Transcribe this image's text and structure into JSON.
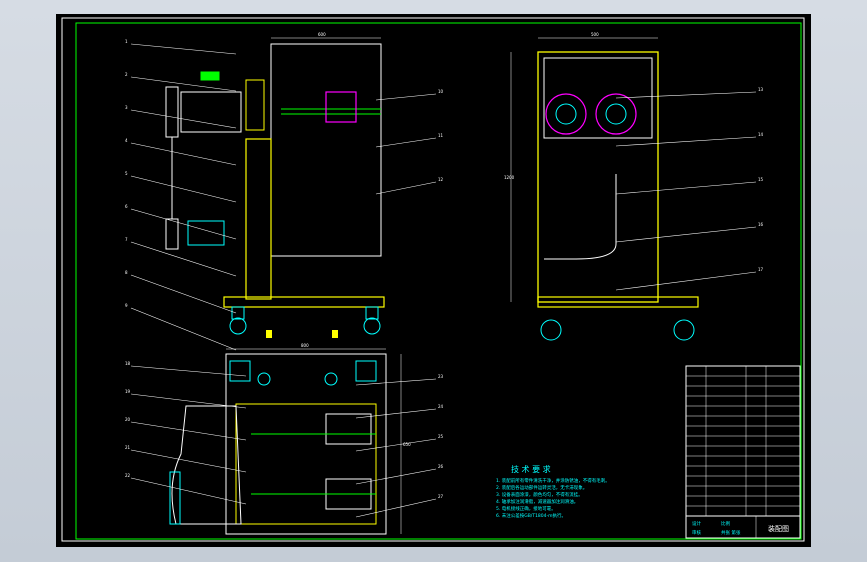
{
  "colors": {
    "background": "#000000",
    "frame": "#ffffff",
    "frame_part": "#ffff00",
    "shaft": "#00ff00",
    "roller": "#ff00ff",
    "detail": "#00ffff",
    "leader": "#ffffff",
    "notes": "#00ffff",
    "motor": "#00ffff"
  },
  "callouts_left": [
    "1",
    "2",
    "3",
    "4",
    "5",
    "6",
    "7",
    "8",
    "9"
  ],
  "callouts_right_front": [
    "10",
    "11",
    "12"
  ],
  "callouts_right_side": [
    "13",
    "14",
    "15",
    "16",
    "17"
  ],
  "callouts_bottom_left": [
    "18",
    "19",
    "20",
    "21",
    "22"
  ],
  "callouts_bottom_right": [
    "23",
    "24",
    "25",
    "26",
    "27"
  ],
  "notes": {
    "title": "技 术 要 求",
    "lines": [
      "1. 装配前所有零件清洗干净，并涂防锈油，不得有毛刺。",
      "2. 装配后各运动部件运转灵活，无卡滞现象。",
      "3. 设备表面涂漆，颜色均匀，不得有流挂。",
      "4. 轴承加注润滑脂，减速器加注润滑油。",
      "5. 电机接线正确，接地可靠。",
      "6. 未注公差按GB/T1804-m执行。"
    ]
  },
  "title_block": {
    "name": "装配图",
    "label_design": "设计",
    "label_check": "审核",
    "label_scale": "比例",
    "label_sheet": "共张 第张"
  },
  "dimensions": {
    "top_width": "600",
    "side_width": "500",
    "height": "1200",
    "plan_width": "800",
    "plan_depth": "650"
  }
}
